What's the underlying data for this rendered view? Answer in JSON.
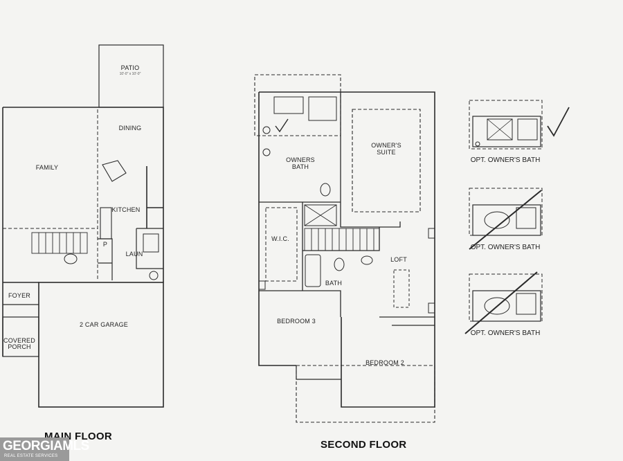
{
  "main_floor": {
    "title": "MAIN FLOOR",
    "rooms": {
      "patio": "PATIO",
      "patio_dim": "10'-0\" x 10'-0\"",
      "dining": "DINING",
      "family": "FAMILY",
      "kitchen": "KITCHEN",
      "foyer": "FOYER",
      "garage": "2 CAR GARAGE",
      "porch_1": "COVERED",
      "porch_2": "PORCH",
      "laundry": "LAUN",
      "pantry": "P"
    }
  },
  "second_floor": {
    "title": "SECOND FLOOR",
    "rooms": {
      "suite_1": "OWNER'S",
      "suite_2": "SUITE",
      "bath_1": "OWNERS",
      "bath_2": "BATH",
      "wic": "W.I.C.",
      "loft": "LOFT",
      "bath": "BATH",
      "bedroom3": "BEDROOM 3",
      "bedroom2": "BEDROOM 2"
    }
  },
  "options": [
    {
      "label": "OPT. OWNER'S BATH",
      "mark": "check"
    },
    {
      "label": "OPT. OWNER'S BATH",
      "mark": "cross"
    },
    {
      "label": "OPT. OWNER'S BATH",
      "mark": "cross"
    }
  ],
  "logo": {
    "line1": "GEORGIAMLS",
    "line2": "REAL ESTATE SERVICES"
  },
  "colors": {
    "line": "#2a2a2a",
    "paper": "#f4f4f2",
    "logo_bg": "#9a9a9a"
  }
}
